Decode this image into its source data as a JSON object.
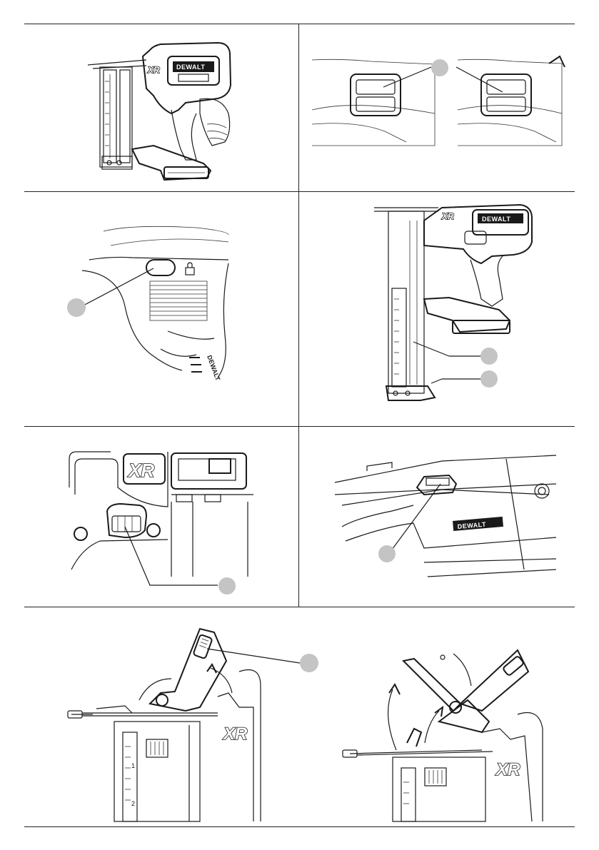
{
  "brand": {
    "logo_text": "DEWALT",
    "series_mark": "XR"
  },
  "figures": [
    {
      "id": "fig-a",
      "description_mark": "tool-overview"
    },
    {
      "id": "fig-b",
      "description_mark": "trigger-lock-detail"
    },
    {
      "id": "fig-c",
      "description_mark": "lock-button"
    },
    {
      "id": "fig-d",
      "description_mark": "magazine-and-nose"
    },
    {
      "id": "fig-e",
      "description_mark": "depth-adjust-wheel"
    },
    {
      "id": "fig-f",
      "description_mark": "belt-hook-slot"
    },
    {
      "id": "fig-g",
      "description_mark": "jam-release-latch"
    }
  ],
  "scale_marks": [
    "1",
    "2"
  ],
  "colors": {
    "line": "#1a1a1a",
    "callout": "#c4c4c4",
    "background": "#ffffff"
  }
}
